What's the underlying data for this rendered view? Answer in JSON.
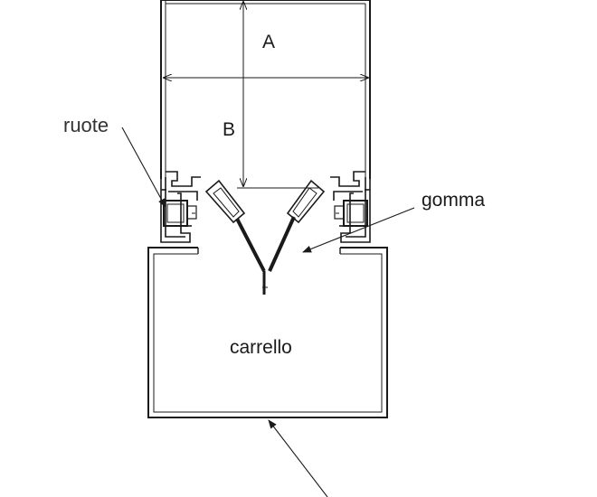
{
  "labels": {
    "dim_a": "A",
    "dim_b": "B",
    "wheels": "ruote",
    "rubber": "gomma",
    "cart": "carrello"
  },
  "colors": {
    "line": "#1a1a1a",
    "background": "#ffffff"
  }
}
